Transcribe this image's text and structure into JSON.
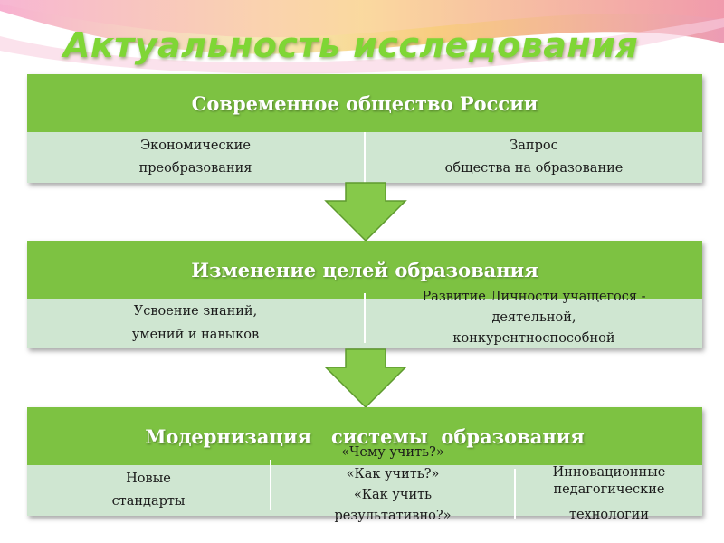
{
  "title": "Актуальность исследования",
  "blocks": [
    {
      "header": "Современное общество России",
      "cells": [
        {
          "lines": [
            "Экономические",
            "преобразования"
          ]
        },
        {
          "lines": [
            "Запрос",
            "общества на образование"
          ]
        }
      ]
    },
    {
      "header": "Изменение целей образования",
      "cells": [
        {
          "lines": [
            "Усвоение знаний,",
            "умений и навыков"
          ]
        },
        {
          "lines": [
            "Развитие Личности учащегося -",
            "деятельной,",
            "конкурентноспособной"
          ]
        }
      ]
    },
    {
      "header": "Модернизация   системы  образования",
      "cells": [
        {
          "lines": [
            "Новые",
            "стандарты"
          ]
        },
        {
          "lines": [
            "«Чему учить?»",
            "«Как учить?»",
            "«Как учить",
            "результативно?»"
          ]
        },
        {
          "lines": [
            "Инновационные",
            "педагогические",
            "технологии"
          ]
        }
      ]
    }
  ],
  "colors": {
    "header_green": "#7dc242",
    "row_mint": "#cfe6d1",
    "title_green": "#7fd635",
    "arrow_green": "#86c94a"
  }
}
